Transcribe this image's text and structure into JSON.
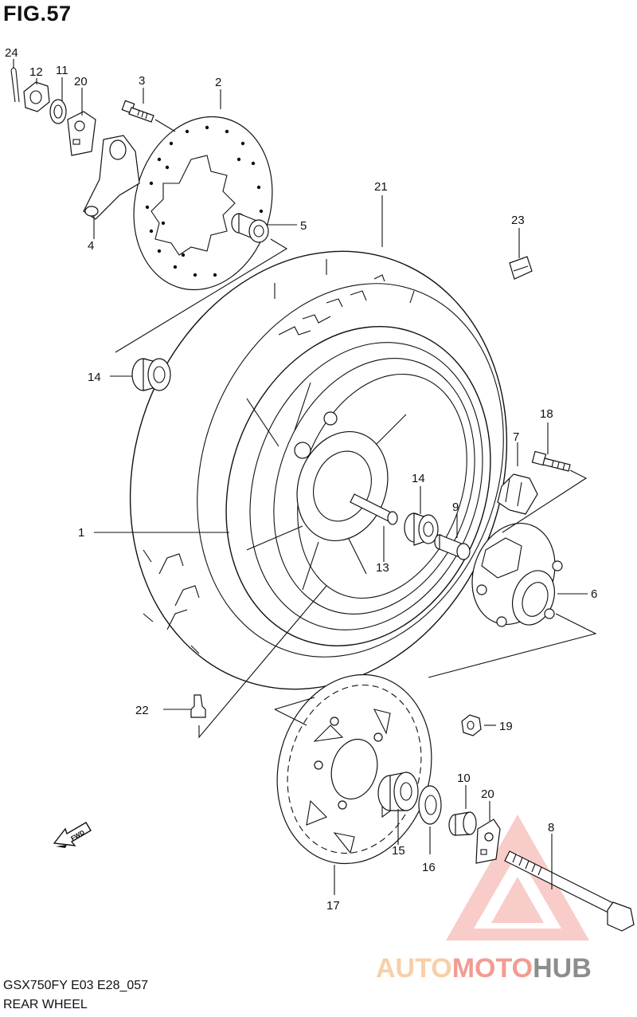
{
  "figure": {
    "title": "FIG.57"
  },
  "footer": {
    "model_code": "GSX750FY E03 E28_057",
    "section_name": "REAR WHEEL"
  },
  "callouts": [
    {
      "id": "1"
    },
    {
      "id": "2"
    },
    {
      "id": "3"
    },
    {
      "id": "4"
    },
    {
      "id": "5"
    },
    {
      "id": "6"
    },
    {
      "id": "7"
    },
    {
      "id": "8"
    },
    {
      "id": "9"
    },
    {
      "id": "10"
    },
    {
      "id": "11"
    },
    {
      "id": "12"
    },
    {
      "id": "13"
    },
    {
      "id": "14"
    },
    {
      "id": "14"
    },
    {
      "id": "15"
    },
    {
      "id": "16"
    },
    {
      "id": "17"
    },
    {
      "id": "18"
    },
    {
      "id": "19"
    },
    {
      "id": "20"
    },
    {
      "id": "20"
    },
    {
      "id": "21"
    },
    {
      "id": "22"
    },
    {
      "id": "23"
    },
    {
      "id": "24"
    }
  ],
  "direction_marker": {
    "label": "FWD",
    "icon": "fwd-arrow-icon"
  },
  "watermark": {
    "brand_part1": "AUTO",
    "brand_part2": "MOTO",
    "brand_part3": "HUB",
    "icon": "triangle-logo-icon",
    "colors": {
      "light": "#f6c79a",
      "mid": "#f08a80",
      "dark": "#7a7a7a"
    }
  }
}
